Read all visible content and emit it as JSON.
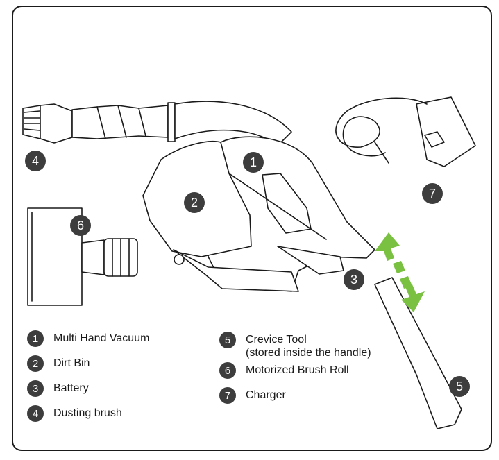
{
  "callouts": [
    "1",
    "2",
    "3",
    "4",
    "5",
    "6",
    "7"
  ],
  "legend": [
    {
      "num": "1",
      "label": "Multi Hand Vacuum",
      "label2": ""
    },
    {
      "num": "2",
      "label": "Dirt Bin",
      "label2": ""
    },
    {
      "num": "3",
      "label": "Battery",
      "label2": ""
    },
    {
      "num": "4",
      "label": "Dusting brush",
      "label2": ""
    },
    {
      "num": "5",
      "label": "Crevice Tool",
      "label2": "(stored inside the handle)"
    },
    {
      "num": "6",
      "label": "Motorized Brush Roll",
      "label2": ""
    },
    {
      "num": "7",
      "label": "Charger",
      "label2": ""
    }
  ],
  "colors": {
    "callout_fill": "#3d3d3d",
    "arrow": "#7ac142",
    "line": "#1a1a1a"
  }
}
